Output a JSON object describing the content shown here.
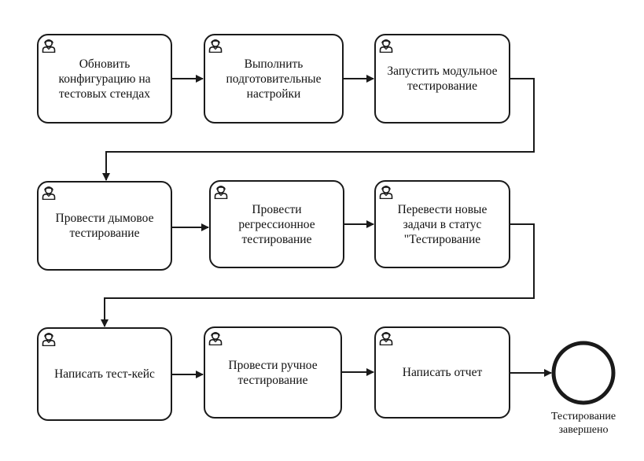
{
  "tasks": [
    {
      "id": "t1",
      "label": "Обновить\nконфигурацию на\nтестовых стендах",
      "icon": "user-icon"
    },
    {
      "id": "t2",
      "label": "Выполнить\nподготовительные\nнастройки",
      "icon": "user-icon"
    },
    {
      "id": "t3",
      "label": "Запустить модульное\nтестирование",
      "icon": "user-icon"
    },
    {
      "id": "t4",
      "label": "Провести дымовое\nтестирование",
      "icon": "user-icon"
    },
    {
      "id": "t5",
      "label": "Провести\nрегрессионное\nтестирование",
      "icon": "user-icon"
    },
    {
      "id": "t6",
      "label": "Перевести новые\nзадачи в статус\n\"Тестирование",
      "icon": "user-icon"
    },
    {
      "id": "t7",
      "label": "Написать тест-кейс",
      "icon": "user-icon"
    },
    {
      "id": "t8",
      "label": "Провести ручное\nтестирование",
      "icon": "user-icon"
    },
    {
      "id": "t9",
      "label": "Написать отчет",
      "icon": "user-icon"
    }
  ],
  "end_event": {
    "label": "Тестирование\nзавершено"
  },
  "colors": {
    "stroke": "#1a1a1a",
    "background": "#ffffff"
  }
}
